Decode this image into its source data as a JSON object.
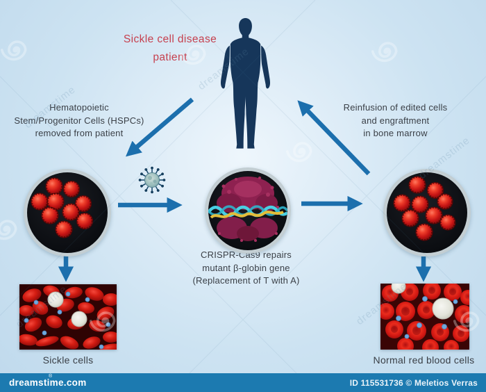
{
  "title": {
    "line1": "Sickle cell disease",
    "line2": "patient"
  },
  "annotations": {
    "left": {
      "l1": "Hematopoietic",
      "l2": "Stem/Progenitor Cells (HSPCs)",
      "l3": "removed from patient"
    },
    "right": {
      "l1": "Reinfusion of edited cells",
      "l2": "and engraftment",
      "l3": "in bone marrow"
    },
    "center": {
      "l1": "CRISPR-Cas9 repairs",
      "l2": "mutant β-globin gene",
      "l3": "(Replacement of T with A)"
    }
  },
  "photo_labels": {
    "left": "Sickle cells",
    "right": "Normal red blood cells"
  },
  "footer": {
    "brand": "dreamstime.com",
    "registered": "®",
    "credit": "ID 115531736 © Meletios Verras"
  },
  "watermark": {
    "text": "dreamstime"
  },
  "colors": {
    "arrow_blue": "#1c6fad",
    "title_red": "#c6404e",
    "annotation_gray": "#3a3f46",
    "silhouette_navy": "#16365a",
    "footer_bar": "#1c7ab0",
    "sickle_cell_red": "#d31c12",
    "cas9_crimson": "#a1295a",
    "dna_cyan": "#45cbe0",
    "dna_yellow": "#e6c03b"
  }
}
